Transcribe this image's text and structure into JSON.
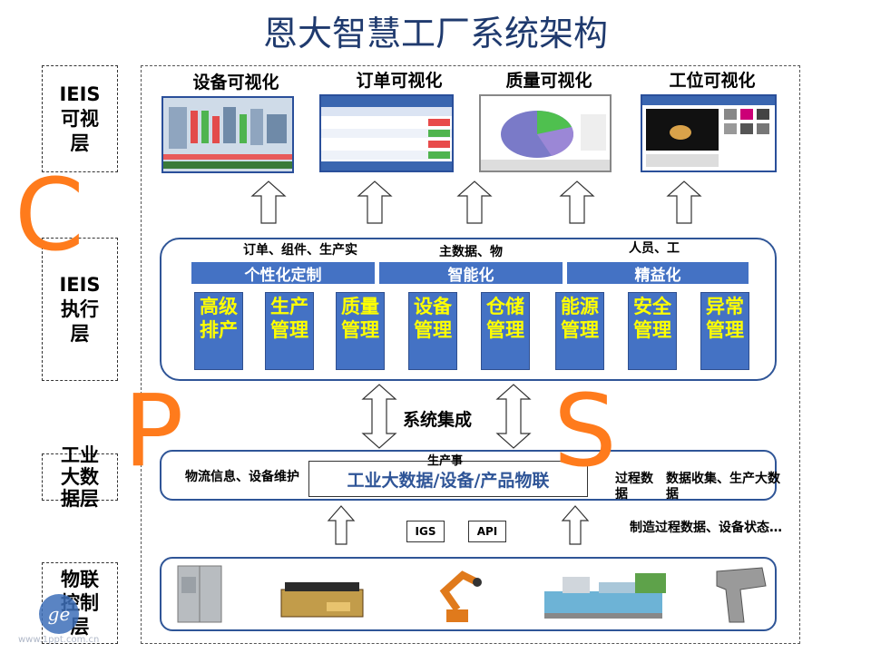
{
  "title": "恩大智慧工厂系统架构",
  "layers": {
    "vis": "IEIS\n可视\n层",
    "exec": "IEIS\n执行\n层",
    "bigdata": "工业\n大数\n据层",
    "iot": "物联\n控制\n层"
  },
  "screens": [
    {
      "title": "设备可视化"
    },
    {
      "title": "订单可视化"
    },
    {
      "title": "质量可视化"
    },
    {
      "title": "工位可视化"
    }
  ],
  "exec": {
    "notes": [
      "订单、组件、生产实",
      "主数据、物",
      "人员、工"
    ],
    "bands": [
      "个性化定制",
      "智能化",
      "精益化"
    ],
    "modules": [
      "高级排产",
      "生产管理",
      "质量管理",
      "设备管理",
      "仓储管理",
      "能源管理",
      "安全管理",
      "异常管理"
    ]
  },
  "integration": "系统集成",
  "cps": [
    "C",
    "P",
    "S"
  ],
  "bigdata": {
    "center": "工业大数据/设备/产品物联",
    "over_note": "生产事",
    "left": "物流信息、设备维护",
    "right1": "过程数据",
    "right2": "数据收集、生产大数据"
  },
  "interfaces": [
    "IGS",
    "API"
  ],
  "iot_note": "制造过程数据、设备状态…",
  "watermark": "www.1ppt.com.cn",
  "colors": {
    "accent": "#4472c4",
    "highlight": "#ffff00",
    "cps": "#ff7b1c"
  }
}
